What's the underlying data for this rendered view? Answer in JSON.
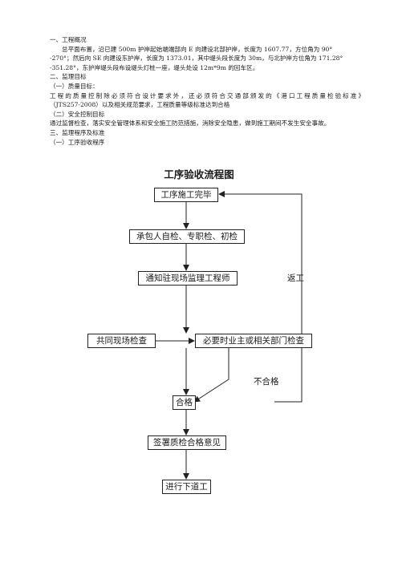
{
  "sections": {
    "s1_heading": "一、工程概况",
    "s1_para_l1": "总平面布置，沿已建 500m 护岸起始端端部向 E 向建设北部护岸，长度为 1607.77，方位角为 90°",
    "s1_para_l2": "-270°；然后向 SE 向建设东护岸，长度为 1373.01，其中堤头段长度为 30m，与北护岸方位角为 171.28°",
    "s1_para_l3": "-351.28°，东护岸堤头段布设堤头灯桩一座，堤头处设 12m*9m 的回车区。",
    "s2_heading": "二、监理目标",
    "s2_1_heading": "（一）质量目标：",
    "s2_1_para_l1": "工程的质量控制除必须符合设计要求外，还必须符合交通部颁发的《港口工程质量检验标准》",
    "s2_1_para_l2": "（JTS257-2008）以及相关规范要求，工程质量等级标准达到合格",
    "s2_2_heading": "（二）安全控制目标",
    "s2_2_para": "通过监督检查，落实安全管理体系和安全施工防范措施，消除安全隐患，做到施工期间不发生安全事故。",
    "s3_heading": "三、监理程序及标准",
    "s3_1_heading": "（一）工序验收程序"
  },
  "flowchart": {
    "title": "工序验收流程图",
    "nodes": {
      "start": "工序施工完毕",
      "self_check": "承包人自检、专职检、初检",
      "notify": "通知驻现场监理工程师",
      "joint_check": "共同现场检查",
      "owner_check": "必要时业主或相关部门检查",
      "pass": "合格",
      "sign": "签署质检合格意见",
      "next": "进行下道工"
    },
    "labels": {
      "rework": "返工",
      "fail": "不合格"
    }
  }
}
